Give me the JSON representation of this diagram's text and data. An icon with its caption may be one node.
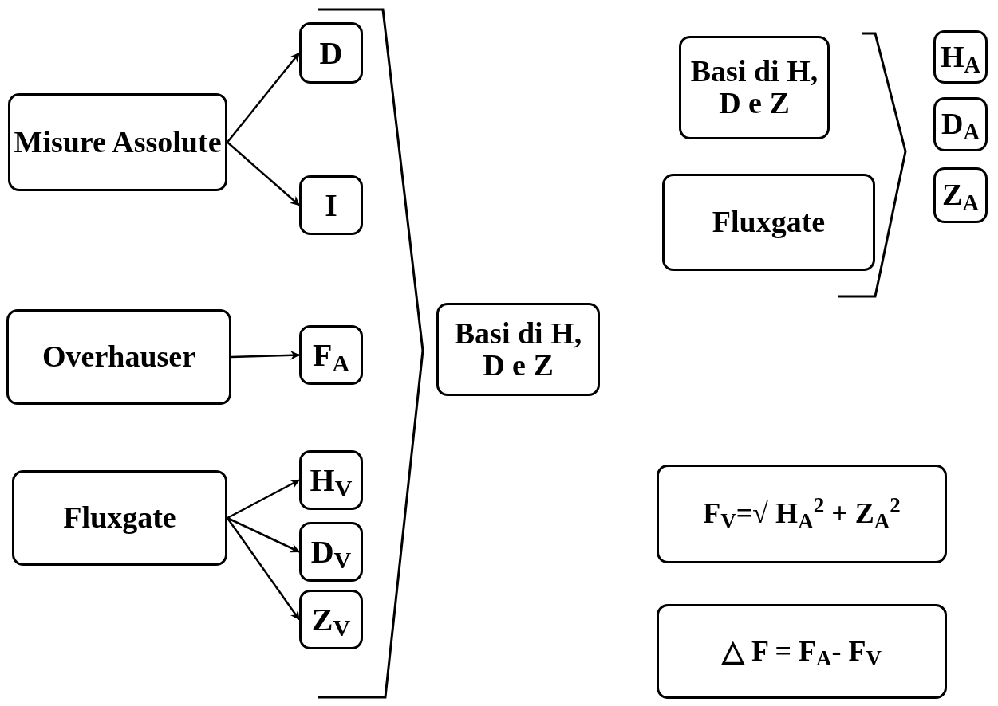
{
  "diagram": {
    "nodes": [
      {
        "text": [
          "Misure Assolute"
        ]
      },
      {
        "text": [
          "D"
        ]
      },
      {
        "text": [
          "I"
        ]
      },
      {
        "text": [
          "Overhauser"
        ]
      },
      {
        "text": [
          "F$_{A}$"
        ]
      },
      {
        "text": [
          "Fluxgate"
        ]
      },
      {
        "text": [
          "H$_{V}$"
        ]
      },
      {
        "text": [
          "D$_{V}$"
        ]
      },
      {
        "text": [
          "Z$_{V}$"
        ]
      },
      {
        "text": [
          "Basi di H, D e Z"
        ]
      },
      {
        "text": [
          "Basi di H, D e Z"
        ]
      },
      {
        "text": [
          "Fluxgate"
        ]
      },
      {
        "text": [
          "H$_{A}$"
        ]
      },
      {
        "text": [
          "D$_{A}$"
        ]
      },
      {
        "text": [
          "Z$_{A}$"
        ]
      },
      {
        "text": [
          "F$_{V}$=√ H$_{A}$$^{2}$ + Z$_{A}$$^{2}$"
        ]
      },
      {
        "text": [
          "△ F = F$_{A}$- F$_{V}$"
        ]
      }
    ],
    "edges": [
      {
        "from": 0,
        "to": 1,
        "arrow": "to"
      },
      {
        "from": 0,
        "to": 2,
        "arrow": "to"
      },
      {
        "from": 3,
        "to": 4,
        "arrow": "to"
      },
      {
        "from": 5,
        "to": 6,
        "arrow": "to"
      },
      {
        "from": 5,
        "to": 7,
        "arrow": "to"
      },
      {
        "from": 5,
        "to": 8,
        "arrow": "to"
      }
    ]
  }
}
